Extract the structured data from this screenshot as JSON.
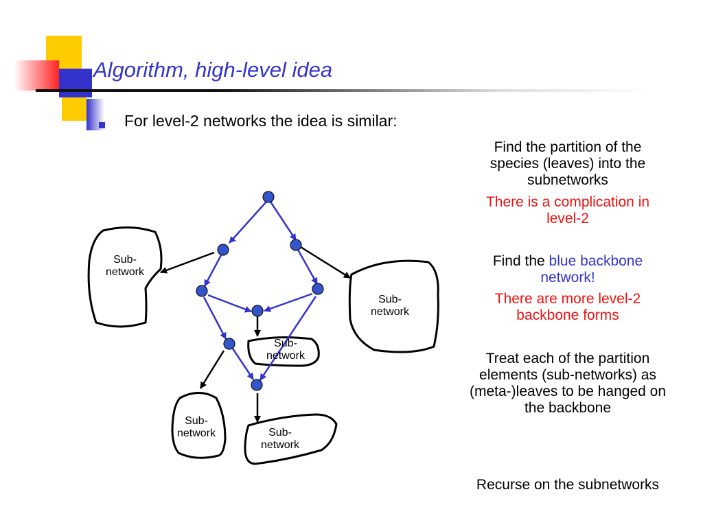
{
  "slide": {
    "title": "Algorithm, high-level idea",
    "intro_bullet": "For level-2 networks the idea is similar:"
  },
  "right_panel": {
    "p1": "Find the partition of the species (leaves) into the subnetworks",
    "p2": "There is a complication in level-2",
    "p3_prefix": "Find the",
    "p3_highlight": "blue backbone network!",
    "p4": "There are more level-2 backbone forms",
    "p5": "Treat each of the partition elements (sub-networks) as (meta-)leaves to be hanged on the backbone",
    "p6": "Recurse on the subnetworks"
  },
  "diagram": {
    "subnetwork_label_line1": "Sub-",
    "subnetwork_label_line2": "network",
    "colors": {
      "backbone": "#3333cc",
      "node_fill": "#3355cc",
      "attach_edge": "#000000",
      "text_red": "#ee1111",
      "accent_yellow": "#ffcc00",
      "accent_red": "#ff3333"
    }
  }
}
